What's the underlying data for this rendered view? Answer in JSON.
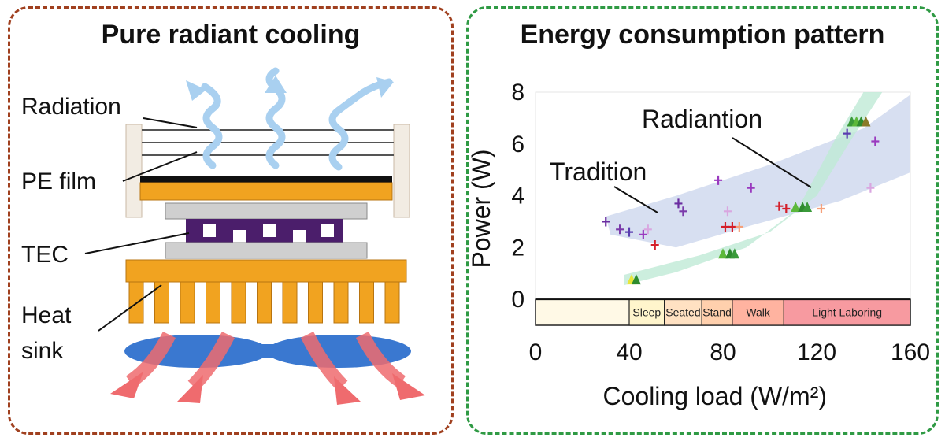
{
  "left_panel": {
    "title": "Pure radiant cooling",
    "labels": {
      "radiation": "Radiation",
      "pe_film": "PE film",
      "tec": "TEC",
      "heat": "Heat",
      "sink": "sink"
    }
  },
  "right_panel": {
    "title": "Energy consumption pattern",
    "annotations": {
      "radiation": "Radiantion",
      "tradition": "Tradition"
    },
    "activity_labels": [
      "Sleep",
      "Seated",
      "Stand",
      "Walk",
      "Light Laboring"
    ],
    "colors": {
      "band_tradition": "#c9d4ec",
      "band_radiation": "#bfead6",
      "activity_box": "#fff9e6"
    }
  },
  "chart_data": {
    "type": "scatter",
    "xlabel": "Cooling load (W/m²)",
    "ylabel": "Power (W)",
    "xlim": [
      0,
      160
    ],
    "ylim": [
      -1,
      8
    ],
    "xticks": [
      "0",
      "40",
      "80",
      "120",
      "160"
    ],
    "yticks": [
      "0",
      "2",
      "4",
      "6",
      "8"
    ],
    "activity_bands": [
      {
        "name": "Sleep",
        "x": [
          40,
          55
        ],
        "color": "#fff5cc"
      },
      {
        "name": "Seated",
        "x": [
          55,
          71
        ],
        "color": "#ffe1c2"
      },
      {
        "name": "Stand",
        "x": [
          71,
          84
        ],
        "color": "#ffd0ad"
      },
      {
        "name": "Walk",
        "x": [
          84,
          106
        ],
        "color": "#ffb3a0"
      },
      {
        "name": "Light Laboring",
        "x": [
          106,
          160
        ],
        "color": "#f79aa0"
      }
    ],
    "series": [
      {
        "marker": "cross",
        "points": [
          {
            "x": 30,
            "y": 3.0,
            "color": "#6a2ca0"
          },
          {
            "x": 36,
            "y": 2.7,
            "color": "#7a3aaa"
          },
          {
            "x": 40,
            "y": 2.6,
            "color": "#5a3db0"
          },
          {
            "x": 46,
            "y": 2.5,
            "color": "#9a3abf"
          },
          {
            "x": 48,
            "y": 2.7,
            "color": "#d9a6e0"
          },
          {
            "x": 51,
            "y": 2.1,
            "color": "#d41f2a"
          },
          {
            "x": 61,
            "y": 3.7,
            "color": "#6a2ca0"
          },
          {
            "x": 63,
            "y": 3.4,
            "color": "#7a3aaa"
          },
          {
            "x": 78,
            "y": 4.6,
            "color": "#9a3abf"
          },
          {
            "x": 81,
            "y": 2.8,
            "color": "#d41f2a"
          },
          {
            "x": 82,
            "y": 3.4,
            "color": "#d9a6e0"
          },
          {
            "x": 84,
            "y": 2.8,
            "color": "#d41f2a"
          },
          {
            "x": 87,
            "y": 2.8,
            "color": "#f5a07a"
          },
          {
            "x": 92,
            "y": 4.3,
            "color": "#9a3abf"
          },
          {
            "x": 104,
            "y": 3.6,
            "color": "#d41f2a"
          },
          {
            "x": 107,
            "y": 3.5,
            "color": "#d41f2a"
          },
          {
            "x": 122,
            "y": 3.5,
            "color": "#f5a07a"
          },
          {
            "x": 133,
            "y": 6.4,
            "color": "#5a3db0"
          },
          {
            "x": 143,
            "y": 4.3,
            "color": "#d9a6e0"
          },
          {
            "x": 145,
            "y": 6.1,
            "color": "#9a3abf"
          }
        ]
      },
      {
        "marker": "triangle",
        "points": [
          {
            "x": 41,
            "y": 0.7,
            "color": "#e8e63a"
          },
          {
            "x": 43,
            "y": 0.7,
            "color": "#2e8b2e"
          },
          {
            "x": 80,
            "y": 1.7,
            "color": "#5cb83a"
          },
          {
            "x": 83,
            "y": 1.7,
            "color": "#2e8b2e"
          },
          {
            "x": 85,
            "y": 1.7,
            "color": "#3a9a3a"
          },
          {
            "x": 111,
            "y": 3.5,
            "color": "#5cb83a"
          },
          {
            "x": 114,
            "y": 3.5,
            "color": "#2e8b2e"
          },
          {
            "x": 116,
            "y": 3.5,
            "color": "#3a9a3a"
          },
          {
            "x": 135,
            "y": 6.8,
            "color": "#3a9a3a"
          },
          {
            "x": 137,
            "y": 6.8,
            "color": "#5cb83a"
          },
          {
            "x": 139,
            "y": 6.8,
            "color": "#2e8b2e"
          },
          {
            "x": 141,
            "y": 6.8,
            "color": "#8a7a2a"
          }
        ]
      }
    ]
  }
}
